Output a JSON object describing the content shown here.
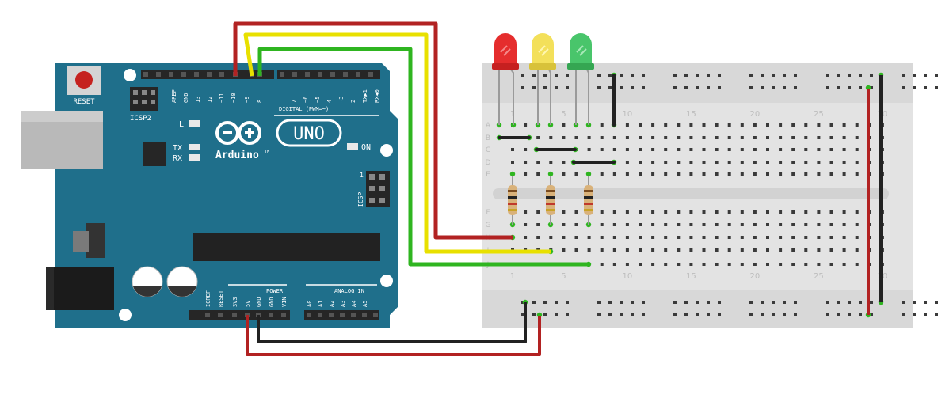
{
  "board": {
    "reset_label": "RESET",
    "icsp2_label": "ICSP2",
    "icsp_label": "ICSP",
    "icsp_pin1": "1",
    "l_label": "L",
    "tx_label": "TX",
    "rx_label": "RX",
    "on_label": "ON",
    "uno_label": "UNO",
    "brand": "Arduino",
    "tm": "TM",
    "digital_label": "DIGITAL (PWM=~)",
    "power_label": "POWER",
    "analog_label": "ANALOG IN",
    "digital_pins": [
      "AREF",
      "GND",
      "13",
      "12",
      "~11",
      "~10",
      "~9",
      "8",
      "7",
      "~6",
      "~5",
      "4",
      "~3",
      "2",
      "TX▶1",
      "RX◀0"
    ],
    "power_pins": [
      "IOREF",
      "RESET",
      "3V3",
      "5V",
      "GND",
      "GND",
      "VIN"
    ],
    "analog_pins": [
      "A0",
      "A1",
      "A2",
      "A3",
      "A4",
      "A5"
    ]
  },
  "breadboard": {
    "row_letters_top": [
      "A",
      "B",
      "C",
      "D",
      "E"
    ],
    "row_letters_bottom": [
      "F",
      "G",
      "H",
      "I",
      "J"
    ],
    "column_numbers": [
      "1",
      "5",
      "10",
      "15",
      "20",
      "25",
      "30"
    ]
  },
  "components": {
    "leds": [
      "red",
      "yellow",
      "green"
    ],
    "resistor_count": 3
  },
  "colors": {
    "board": "#1f6f8b",
    "breadboard": "#e6e6e6",
    "wire_red": "#b22222",
    "wire_yellow": "#e8e000",
    "wire_green": "#2fb520",
    "wire_black": "#222222",
    "led_red": "#e52d2d",
    "led_yellow": "#f3e05a",
    "led_green": "#49c56b"
  }
}
